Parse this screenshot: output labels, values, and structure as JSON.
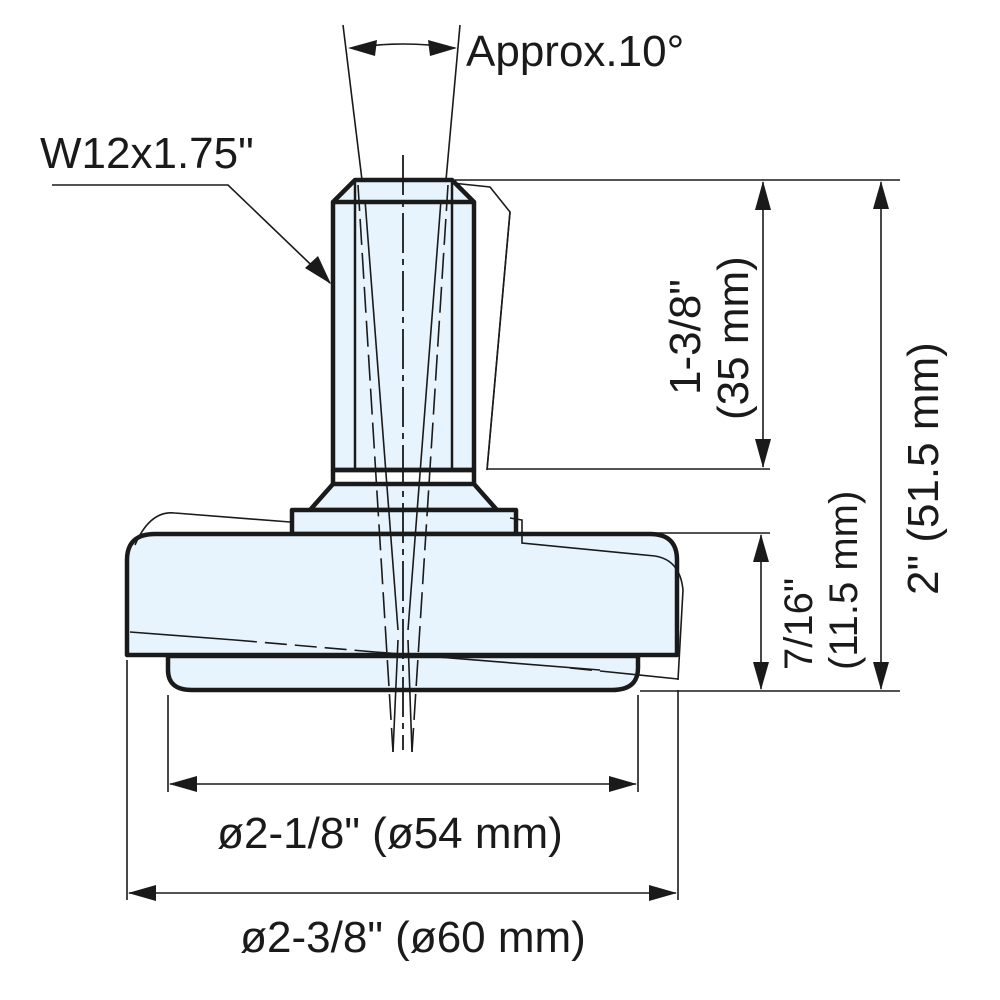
{
  "diagram": {
    "title": "Leveling foot technical drawing",
    "fill_color": "#e8f4fd",
    "line_color": "#1a1a1a",
    "labels": {
      "angle": "Approx.10°",
      "thread": "W12x1.75\"",
      "stud_height_in": "1-3/8\"",
      "stud_height_mm": "(35 mm)",
      "base_height_in": "7/16\"",
      "base_height_mm": "(11.5 mm)",
      "total_height": "2\" (51.5 mm)",
      "pad_diameter": "ø2-1/8\" (ø54 mm)",
      "base_diameter": "ø2-3/8\" (ø60 mm)"
    }
  }
}
